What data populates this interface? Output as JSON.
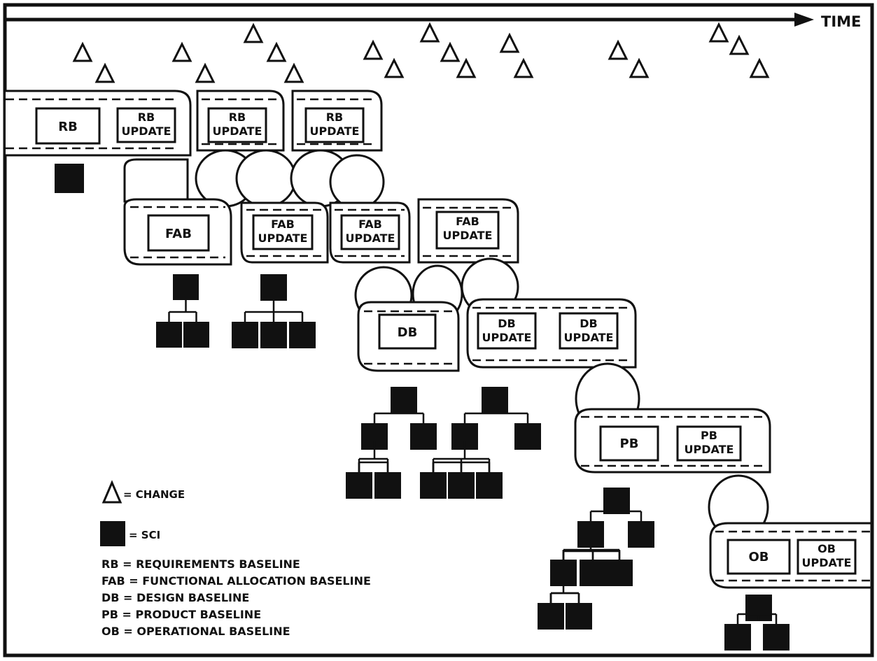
{
  "axis": {
    "label": "TIME"
  },
  "baselines": [
    {
      "id": "rb",
      "label": "RB",
      "updates": [
        "RB UPDATE",
        "RB UPDATE",
        "RB UPDATE"
      ]
    },
    {
      "id": "fab",
      "label": "FAB",
      "updates": [
        "FAB UPDATE",
        "FAB UPDATE",
        "FAB UPDATE"
      ]
    },
    {
      "id": "db",
      "label": "DB",
      "updates": [
        "DB UPDATE",
        "DB UPDATE"
      ]
    },
    {
      "id": "pb",
      "label": "PB",
      "updates": [
        "PB UPDATE"
      ]
    },
    {
      "id": "ob",
      "label": "OB",
      "updates": [
        "OB UPDATE"
      ]
    }
  ],
  "legend": {
    "change_symbol": "= CHANGE",
    "sci_symbol": "= SCI",
    "definitions": [
      "RB = REQUIREMENTS BASELINE",
      "FAB = FUNCTIONAL ALLOCATION BASELINE",
      "DB = DESIGN BASELINE",
      "PB = PRODUCT BASELINE",
      "OB = OPERATIONAL BASELINE"
    ]
  },
  "colors": {
    "ink": "#111111",
    "paper": "#ffffff"
  },
  "icons": {
    "change": "triangle-icon",
    "sci": "filled-square-icon"
  }
}
